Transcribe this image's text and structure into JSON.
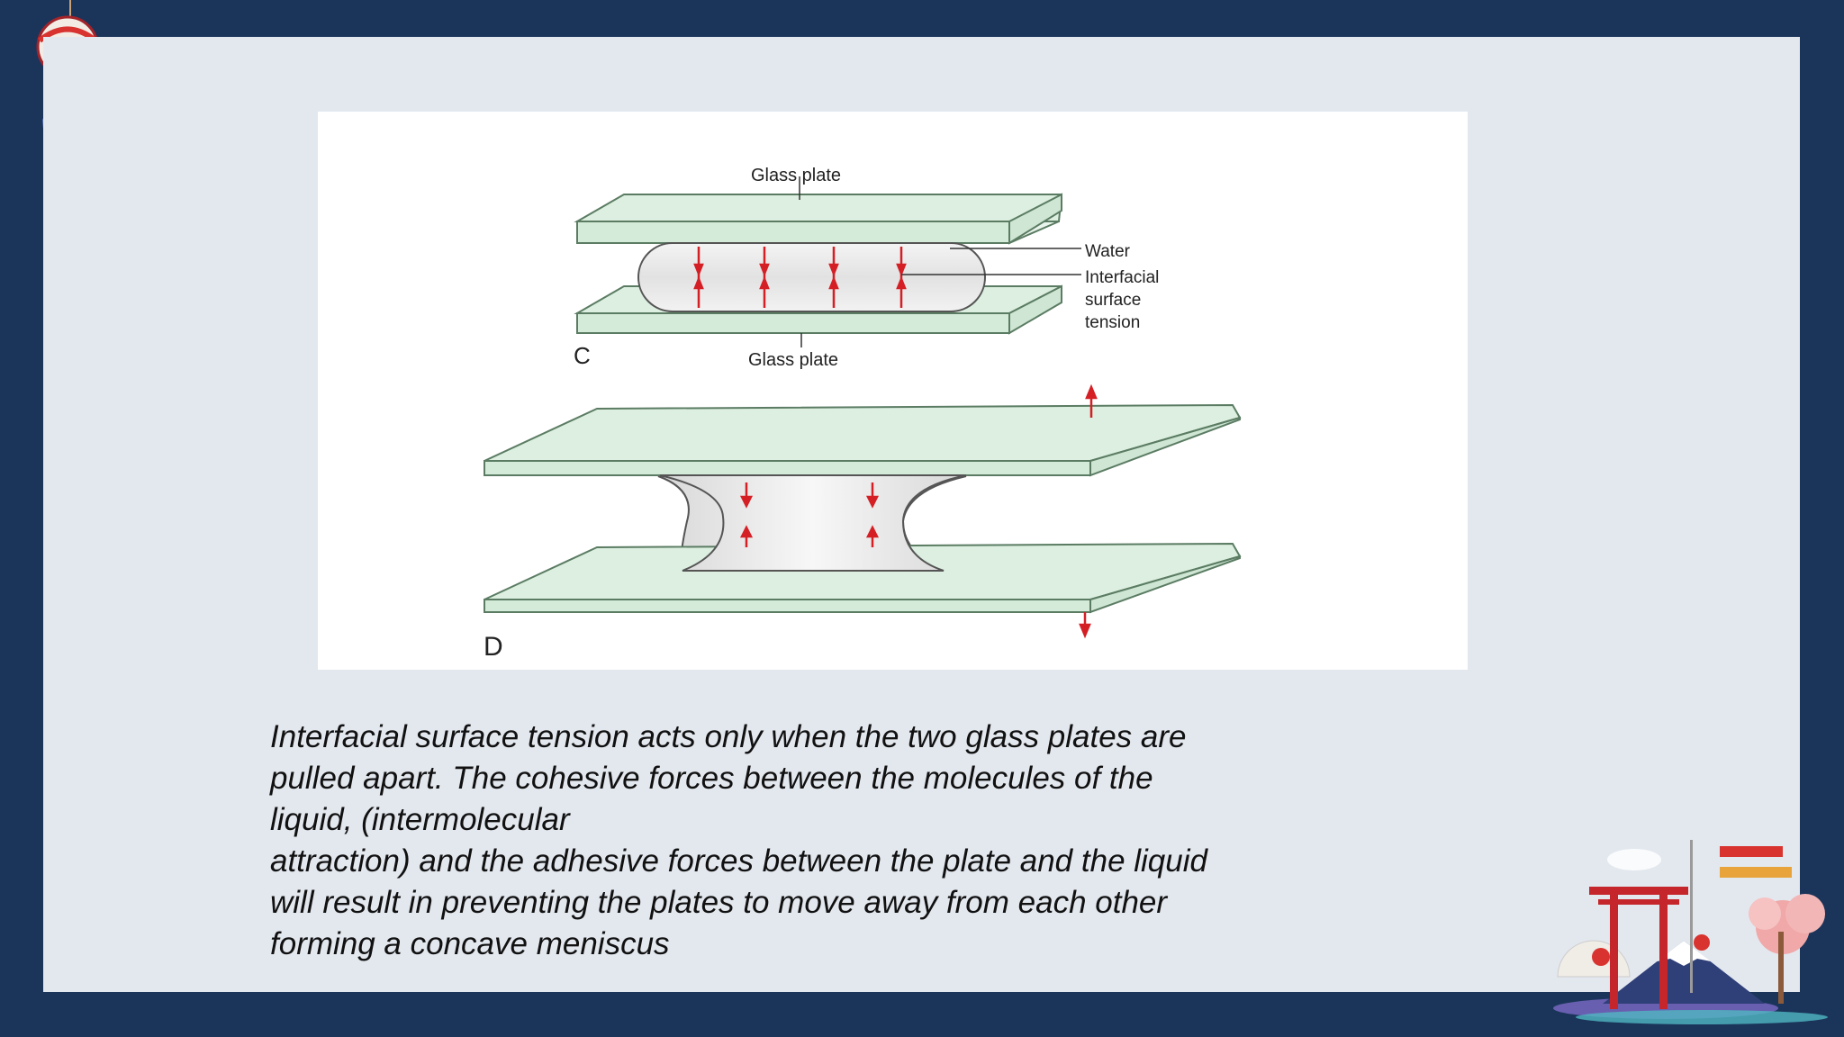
{
  "figure": {
    "labels": {
      "glass_plate_top": "Glass plate",
      "glass_plate_bottom": "Glass plate",
      "water": "Water",
      "interfacial_1": "Interfacial",
      "interfacial_2": "surface",
      "interfacial_3": "tension",
      "panel_c": "C",
      "panel_d": "D"
    },
    "colors": {
      "plate_fill": "#dcefe0",
      "plate_stroke": "#4a6f55",
      "arrow": "#d41f25"
    }
  },
  "caption": {
    "lines": [
      "Interfacial surface tension acts only when the two glass plates are",
      "pulled apart. The cohesive forces between the molecules of the",
      "liquid, (intermolecular",
      "attraction) and the adhesive forces between the plate and the liquid",
      "will result in preventing the plates to move away from each other",
      "forming a concave meniscus"
    ]
  }
}
